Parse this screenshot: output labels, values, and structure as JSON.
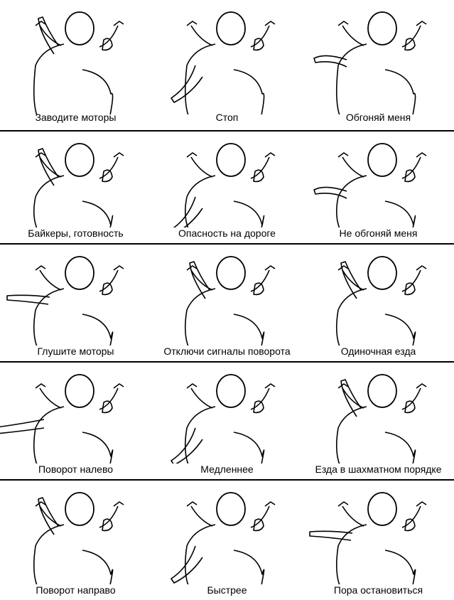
{
  "title": "Hand signals for motorcyclists",
  "rows": [
    {
      "cells": [
        {
          "label": "Заводите моторы"
        },
        {
          "label": "Стоп"
        },
        {
          "label": "Обгоняй меня"
        }
      ]
    },
    {
      "cells": [
        {
          "label": "Байкеры, готовность"
        },
        {
          "label": "Опасность на дороге"
        },
        {
          "label": "Не обгоняй меня"
        }
      ]
    },
    {
      "cells": [
        {
          "label": "Глушите моторы"
        },
        {
          "label": "Отключи сигналы поворота"
        },
        {
          "label": "Одиночная езда"
        }
      ]
    },
    {
      "cells": [
        {
          "label": "Поворот налево"
        },
        {
          "label": "Медленнее"
        },
        {
          "label": "Езда в шахматном порядке"
        }
      ]
    },
    {
      "cells": [
        {
          "label": "Поворот направо"
        },
        {
          "label": "Быстрее"
        },
        {
          "label": "Пора остановиться"
        }
      ]
    }
  ]
}
